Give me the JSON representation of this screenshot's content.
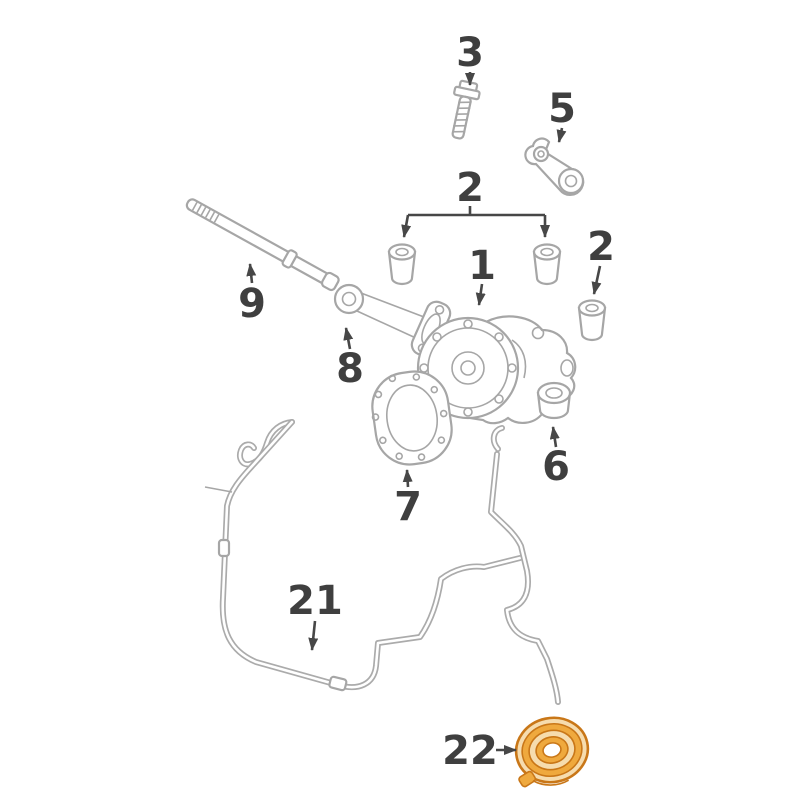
{
  "diagram": {
    "description": "Exploded parts diagram of a front axle differential carrier assembly with numbered callouts; part 22 highlighted in orange",
    "background_color": "#ffffff",
    "line_color": "#a6a6a6",
    "label_color": "#3f3f3f",
    "highlight_color": "#d98a2b",
    "callouts": {
      "c3": {
        "label": "3"
      },
      "c5": {
        "label": "5"
      },
      "c2a": {
        "label": "2"
      },
      "c2b": {
        "label": "2"
      },
      "c1": {
        "label": "1"
      },
      "c9": {
        "label": "9"
      },
      "c8": {
        "label": "8"
      },
      "c6": {
        "label": "6"
      },
      "c7": {
        "label": "7"
      },
      "c21": {
        "label": "21"
      },
      "c22": {
        "label": "22"
      }
    }
  }
}
